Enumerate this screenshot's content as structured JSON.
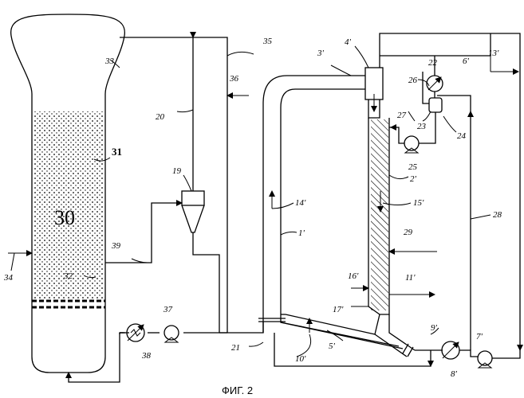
{
  "labels": {
    "l30": "30",
    "l31": "31",
    "l32": "32",
    "l33": "33",
    "l34": "34",
    "l35": "35",
    "l36": "36",
    "l37": "37",
    "l38": "38",
    "l39": "39",
    "l19": "19",
    "l20": "20",
    "l21": "21",
    "l22": "22",
    "l23": "23",
    "l24": "24",
    "l25": "25",
    "l26": "26",
    "l27": "27",
    "l28": "28",
    "l29": "29",
    "l1p": "1'",
    "l2p": "2'",
    "l3p": "3'",
    "l4p": "4'",
    "l5p": "5'",
    "l6p": "6'",
    "l7p": "7'",
    "l8p": "8'",
    "l9p": "9'",
    "l10p": "10'",
    "l11p": "11'",
    "l13p": "13'",
    "l14p": "14'",
    "l15p": "15'",
    "l16p": "16'",
    "l17p": "17'"
  },
  "caption": "ФИГ. 2"
}
